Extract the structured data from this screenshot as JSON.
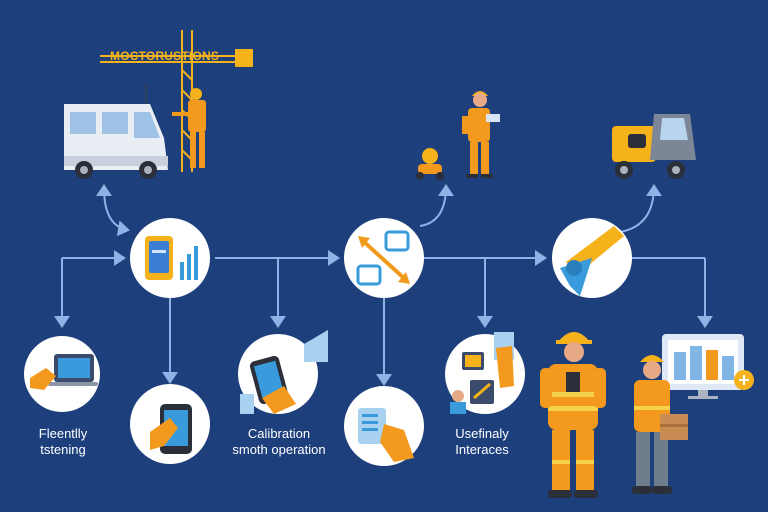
{
  "crane_sign": "MOCTORUSTIONS",
  "labels": {
    "left": [
      "Fleentlly",
      "tstening"
    ],
    "center": [
      "Calibration",
      "smoth operation"
    ],
    "right": [
      "Usefinaly",
      "Interaces"
    ]
  },
  "colors": {
    "background": "#1d3f7c",
    "connector": "#8fb3e6",
    "safety_orange": "#f39a1e",
    "accent_yellow": "#f6b21a",
    "node_fill": "#ffffff"
  }
}
